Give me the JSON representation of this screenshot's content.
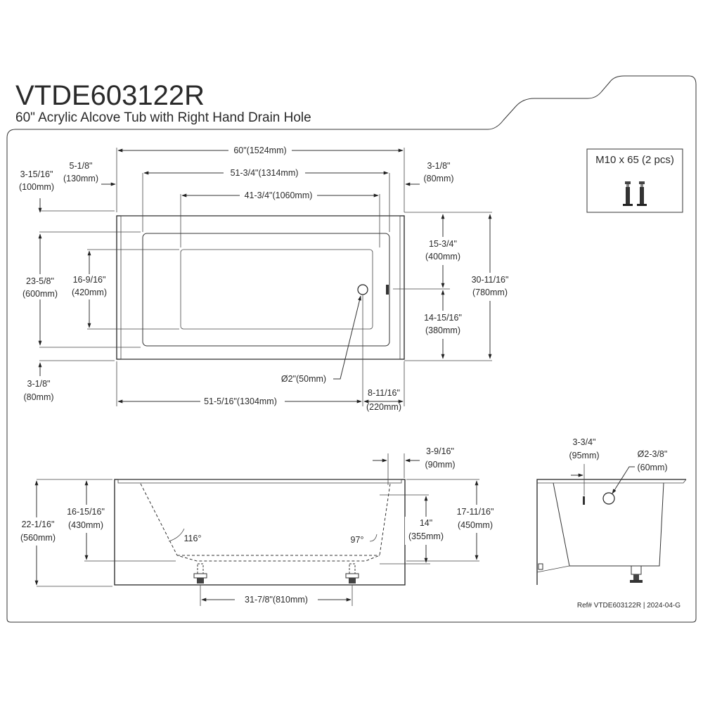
{
  "header": {
    "model": "VTDE603122R",
    "subtitle": "60\" Acrylic Alcove Tub with Right Hand Drain Hole"
  },
  "hardware": {
    "label": "M10 x 65 (2 pcs)",
    "icon": "leveling-bolt-icon"
  },
  "top_view": {
    "overall_length": "60\"(1524mm)",
    "inner_length": "51-3/4\"(1314mm)",
    "floor_length": "41-3/4\"(1060mm)",
    "left_rim_in": "5-1/8\"",
    "left_rim_mm": "(130mm)",
    "right_rim_in": "3-1/8\"",
    "right_rim_mm": "(80mm)",
    "back_rim_in": "3-15/16\"",
    "back_rim_mm": "(100mm)",
    "inner_width_in": "23-5/8\"",
    "inner_width_mm": "(600mm)",
    "floor_width_in": "16-9/16\"",
    "floor_width_mm": "(420mm)",
    "front_rim_in": "3-1/8\"",
    "front_rim_mm": "(80mm)",
    "drain_top_in": "15-3/4\"",
    "drain_top_mm": "(400mm)",
    "drain_bottom_in": "14-15/16\"",
    "drain_bottom_mm": "(380mm)",
    "overall_width_in": "30-11/16\"",
    "overall_width_mm": "(780mm)",
    "drain_diameter": "Ø2\"(50mm)",
    "drain_from_left": "51-5/16\"(1304mm)",
    "drain_from_right_in": "8-11/16\"",
    "drain_from_right_mm": "(220mm)"
  },
  "front_view": {
    "total_height_in": "22-1/16\"",
    "total_height_mm": "(560mm)",
    "inner_depth_in": "16-15/16\"",
    "inner_depth_mm": "(430mm)",
    "left_angle": "116°",
    "right_angle": "97°",
    "rim_offset_in": "3-9/16\"",
    "rim_offset_mm": "(90mm)",
    "water_depth_in": "14\"",
    "water_depth_mm": "(355mm)",
    "apron_height_in": "17-11/16\"",
    "apron_height_mm": "(450mm)",
    "feet_spacing": "31-7/8\"(810mm)"
  },
  "side_view": {
    "overflow_offset_in": "3-3/4\"",
    "overflow_offset_mm": "(95mm)",
    "overflow_diameter_in": "Ø2-3/8\"",
    "overflow_diameter_mm": "(60mm)"
  },
  "footer": {
    "ref": "Ref# VTDE603122R | 2024-04-G"
  }
}
